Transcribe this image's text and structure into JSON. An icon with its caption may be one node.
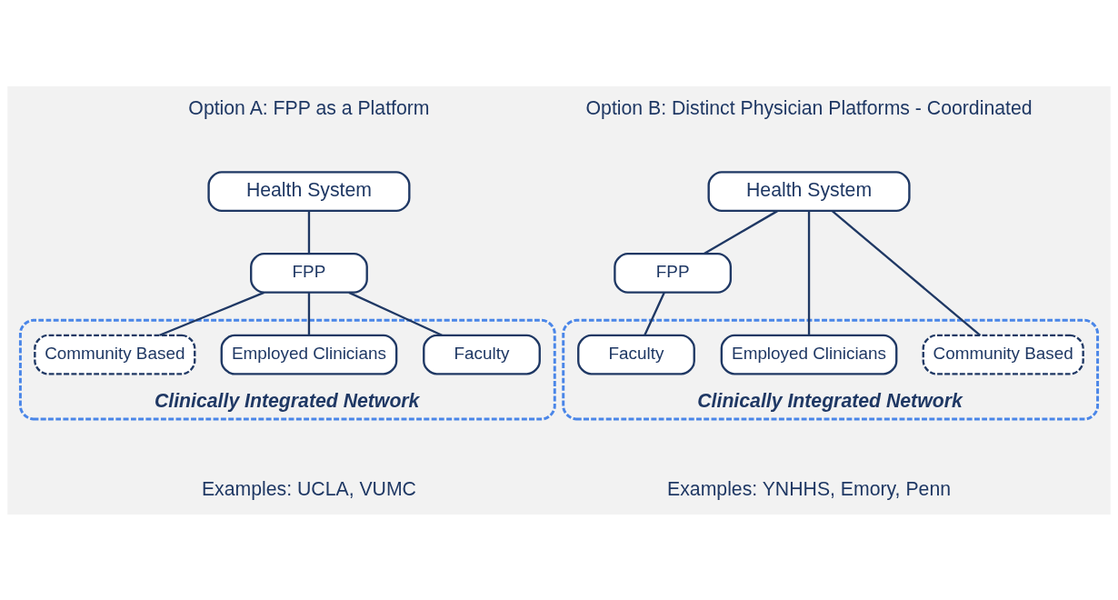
{
  "diagram": {
    "nodes": [
      {
        "text": [
          "Health System"
        ]
      },
      {
        "text": [
          "FPP"
        ]
      },
      {
        "text": [
          "Clinically Integrated Network"
        ]
      },
      {
        "text": [
          "Faculty"
        ],
        "in": 2
      },
      {
        "text": [
          "Employed Clinicians"
        ],
        "in": 2
      },
      {
        "text": [
          "Community Based"
        ],
        "in": 2
      },
      {
        "text": [
          "Health System"
        ]
      },
      {
        "text": [
          "FPP"
        ]
      },
      {
        "text": [
          "Clinically Integrated Network"
        ]
      },
      {
        "text": [
          "Faculty"
        ],
        "in": 8
      },
      {
        "text": [
          "Employed Clinicians"
        ],
        "in": 8
      },
      {
        "text": [
          "Community Based"
        ],
        "in": 8
      }
    ],
    "edges": [
      {
        "from": 0,
        "to": 1,
        "arrow": "none"
      },
      {
        "from": 1,
        "to": 3,
        "arrow": "none"
      },
      {
        "from": 1,
        "to": 4,
        "arrow": "none"
      },
      {
        "from": 1,
        "to": 5,
        "arrow": "none"
      },
      {
        "from": 6,
        "to": 7,
        "arrow": "none"
      },
      {
        "from": 7,
        "to": 9,
        "arrow": "none"
      },
      {
        "from": 6,
        "to": 10,
        "arrow": "none"
      },
      {
        "from": 6,
        "to": 11,
        "arrow": "none"
      }
    ],
    "labels": [
      "Option A: FPP as a Platform",
      "Option B: Distinct Physician Platforms - Coordinated",
      "Examples: UCLA, VUMC",
      "Examples: YNHHS, Emory, Penn"
    ]
  }
}
